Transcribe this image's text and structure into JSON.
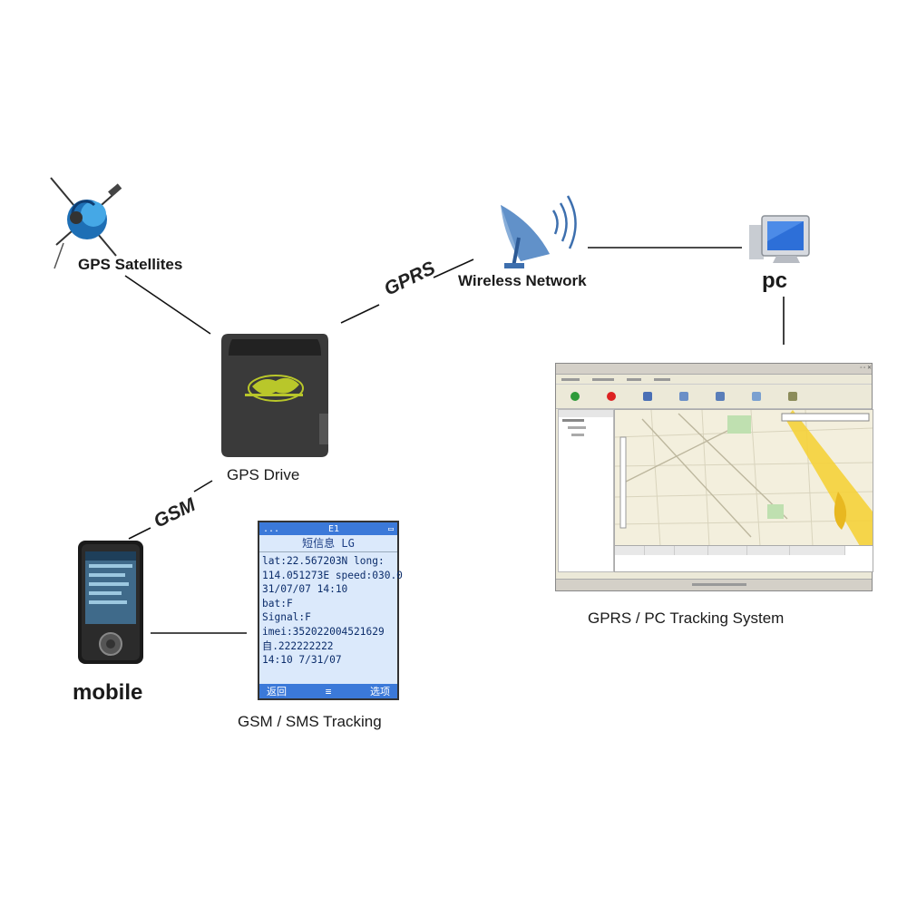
{
  "nodes": {
    "satellites": "GPS Satellites",
    "wireless": "Wireless Network",
    "pc": "pc",
    "device": "GPS Drive",
    "mobile": "mobile",
    "sms": "GSM / SMS Tracking",
    "tracking": "GPRS / PC Tracking System"
  },
  "connections": {
    "gprs": "GPRS",
    "gsm": "GSM"
  },
  "sms_screen": {
    "status_left": "...",
    "status_mid": "E1",
    "status_right": "▭",
    "header": "短信息 LG",
    "lines": [
      "lat:22.567203N long:",
      "114.051273E speed:030.0",
      "31/07/07 14:10",
      "bat:F",
      "Signal:F",
      "imei:352022004521629",
      "自.222222222",
      "14:10 7/31/07"
    ],
    "softkey_left": "返回",
    "softkey_mid": "≡",
    "softkey_right": "选项"
  },
  "colors": {
    "line": "#111111",
    "device_body": "#3a3a3a",
    "device_logo": "#b9c72a",
    "screen_bg": "#dbe9fb",
    "accent_blue": "#3b79d9",
    "map_road": "#f5d23a"
  }
}
